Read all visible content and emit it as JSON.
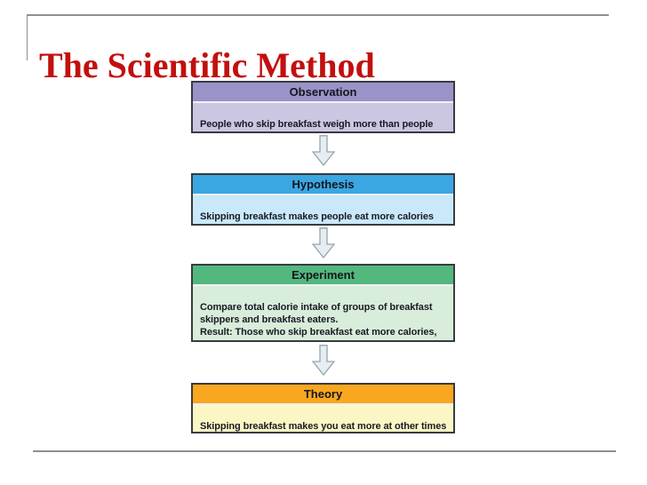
{
  "slide": {
    "title": "The Scientific Method",
    "title_color": "#c2100e"
  },
  "flowchart": {
    "steps": [
      {
        "label": "Observation",
        "description": "People who skip breakfast weigh more than people who don’t.",
        "header_color": "#9a93c7",
        "body_color": "#cbc7e3"
      },
      {
        "label": "Hypothesis",
        "description": "Skipping breakfast makes people eat more calories during the rest of the day.",
        "header_color": "#3aa7e2",
        "body_color": "#c9e9fa"
      },
      {
        "label": "Experiment",
        "description": "Compare total calorie intake of groups of breakfast skippers and breakfast eaters.\nResult: Those who skip breakfast eat more calories, supporting the hypothesis.",
        "header_color": "#52b87d",
        "body_color": "#d8edda"
      },
      {
        "label": "Theory",
        "description": "Skipping breakfast makes you eat more at other times of the day.",
        "header_color": "#f8a71f",
        "body_color": "#fbf7c5"
      }
    ],
    "arrow": {
      "icon": "down-block-arrow",
      "fill_color": "#e6eef2",
      "stroke_color": "#93a4ab"
    }
  }
}
